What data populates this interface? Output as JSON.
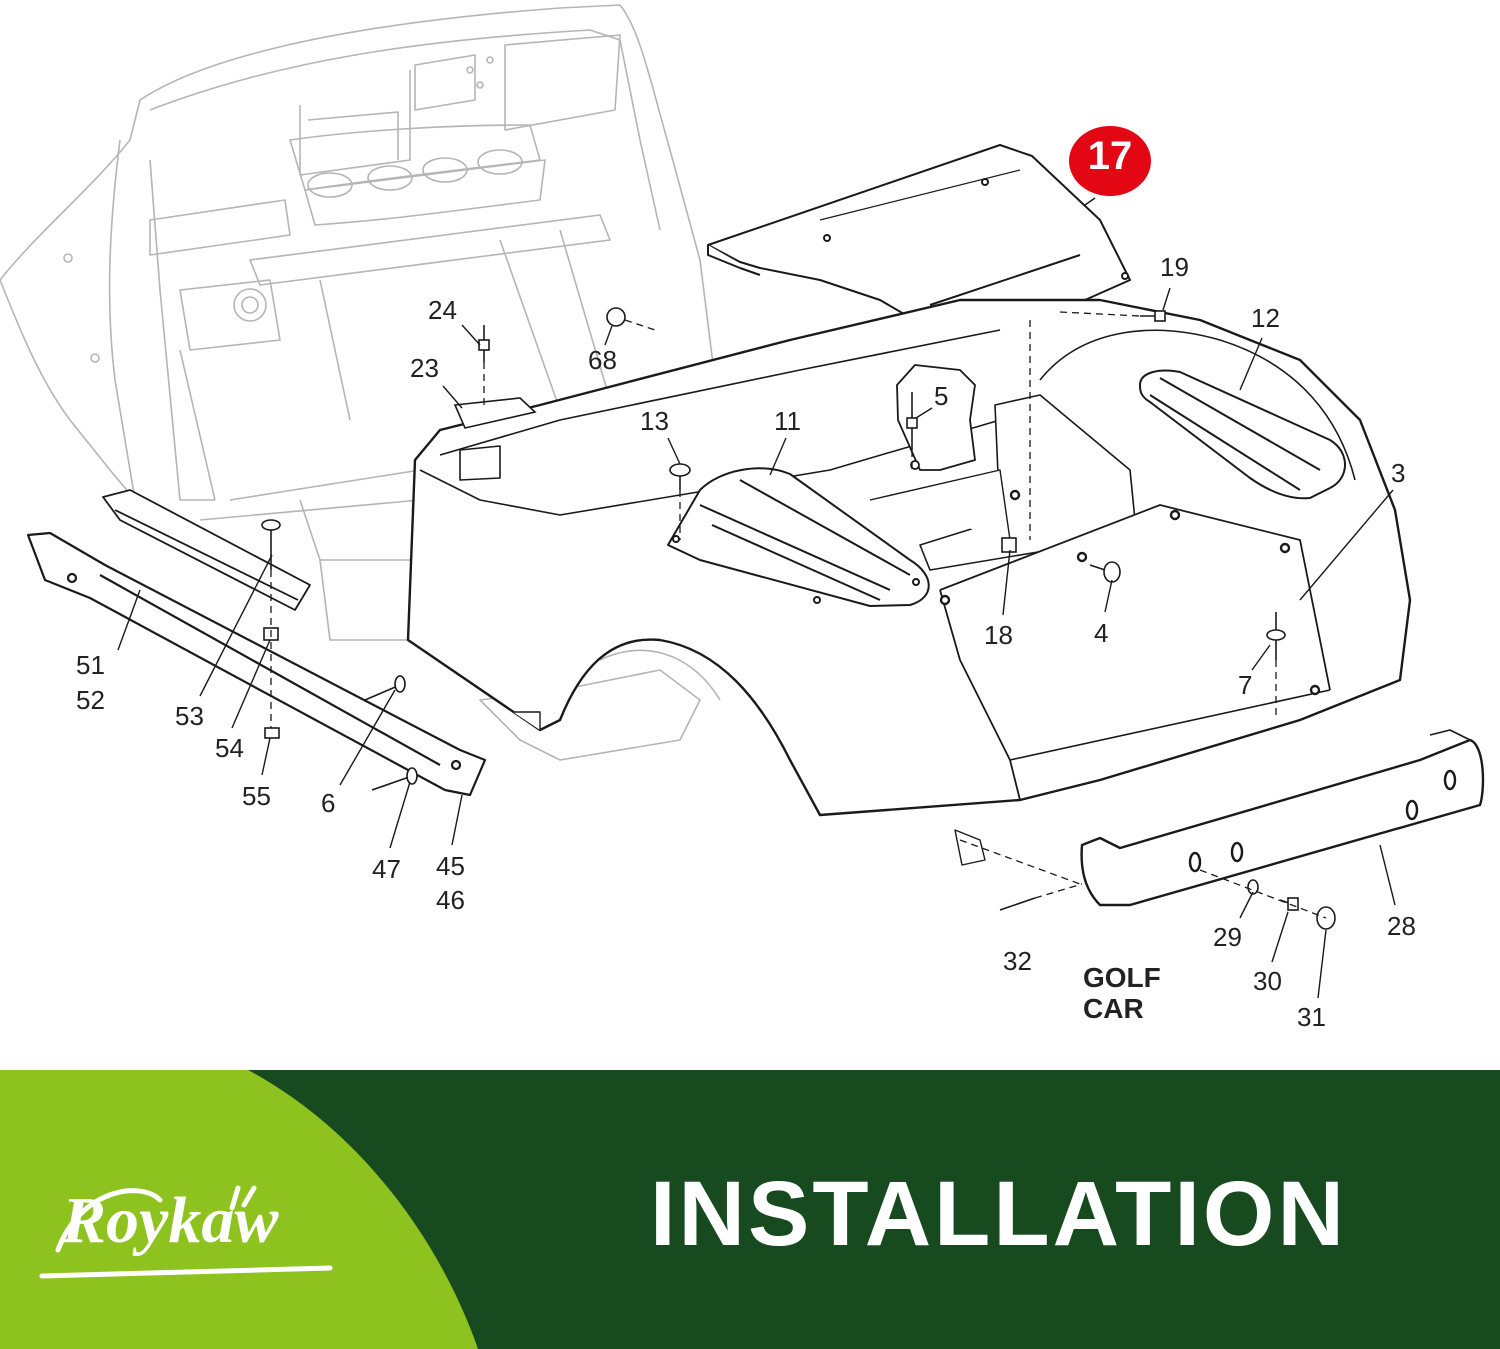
{
  "highlight": {
    "number": "17",
    "color": "#e30613"
  },
  "callouts": [
    {
      "id": "19",
      "text": "19"
    },
    {
      "id": "12",
      "text": "12"
    },
    {
      "id": "24",
      "text": "24"
    },
    {
      "id": "68",
      "text": "68"
    },
    {
      "id": "23",
      "text": "23"
    },
    {
      "id": "5",
      "text": "5"
    },
    {
      "id": "13",
      "text": "13"
    },
    {
      "id": "11",
      "text": "11"
    },
    {
      "id": "3",
      "text": "3"
    },
    {
      "id": "51",
      "text": "51"
    },
    {
      "id": "52",
      "text": "52"
    },
    {
      "id": "53",
      "text": "53"
    },
    {
      "id": "54",
      "text": "54"
    },
    {
      "id": "55",
      "text": "55"
    },
    {
      "id": "6",
      "text": "6"
    },
    {
      "id": "18",
      "text": "18"
    },
    {
      "id": "4",
      "text": "4"
    },
    {
      "id": "7",
      "text": "7"
    },
    {
      "id": "47",
      "text": "47"
    },
    {
      "id": "45",
      "text": "45"
    },
    {
      "id": "46",
      "text": "46"
    },
    {
      "id": "28",
      "text": "28"
    },
    {
      "id": "29",
      "text": "29"
    },
    {
      "id": "30",
      "text": "30"
    },
    {
      "id": "31",
      "text": "31"
    },
    {
      "id": "32",
      "text": "32"
    }
  ],
  "vehicle_label": {
    "line1": "GOLF",
    "line2": "CAR"
  },
  "banner": {
    "brand": "Roykaw",
    "title": "INSTALLATION",
    "colors": {
      "light_green": "#8dc21f",
      "dark_green": "#174a1f",
      "text": "#ffffff"
    }
  }
}
